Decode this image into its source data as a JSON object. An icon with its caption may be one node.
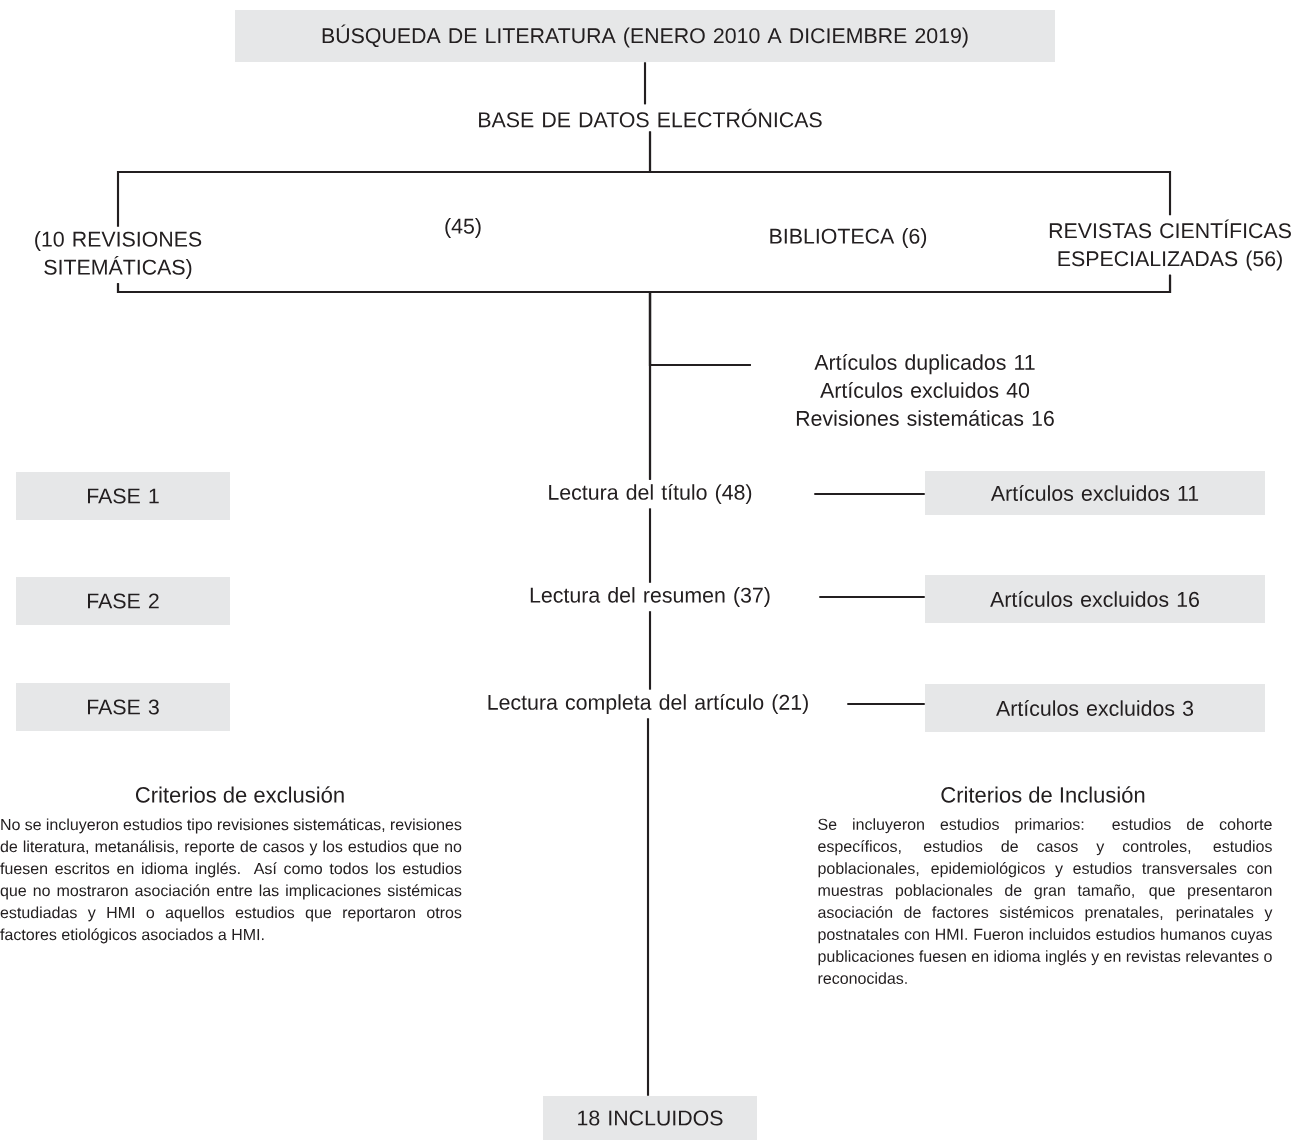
{
  "diagram": {
    "nodes": [
      {
        "text": [
          "BÚSQUEDA DE LITERATURA (ENERO 2010 A DICIEMBRE 2019)"
        ]
      },
      {
        "text": [
          "BASE DE DATOS ELECTRÓNICAS"
        ]
      },
      {
        "text": [
          "(10 REVISIONES SITEMÁTICAS)"
        ]
      },
      {
        "text": [
          "(45)"
        ]
      },
      {
        "text": [
          "BIBLIOTECA (6)"
        ]
      },
      {
        "text": [
          "REVISTAS CIENTÍFICAS ESPECIALIZADAS (56)"
        ]
      },
      {
        "text": [
          "Artículos duplicados 11",
          "Artículos excluidos 40",
          "Revisiones sistemáticas 16"
        ]
      },
      {
        "text": [
          "FASE 1"
        ]
      },
      {
        "text": [
          "Lectura del título  (48)"
        ]
      },
      {
        "text": [
          "Artículos excluidos 11"
        ]
      },
      {
        "text": [
          "FASE 2"
        ]
      },
      {
        "text": [
          "Lectura del resumen (37)"
        ]
      },
      {
        "text": [
          "Artículos excluidos 16"
        ]
      },
      {
        "text": [
          "FASE 3"
        ]
      },
      {
        "text": [
          "Lectura completa del artículo (21)"
        ]
      },
      {
        "text": [
          "Artículos excluidos 3"
        ]
      },
      {
        "text": [
          "18 INCLUIDOS"
        ]
      }
    ],
    "edges": [
      {
        "from": 0,
        "to": 1,
        "arrow": "none"
      },
      {
        "from": 1,
        "to": 2,
        "arrow": "none"
      },
      {
        "from": 1,
        "to": 5,
        "arrow": "none"
      },
      {
        "from": 2,
        "to": 6,
        "arrow": "none"
      },
      {
        "from": 5,
        "to": 6,
        "arrow": "none"
      },
      {
        "from": 2,
        "to": 8,
        "arrow": "none"
      },
      {
        "from": 5,
        "to": 8,
        "arrow": "none"
      },
      {
        "from": 8,
        "to": 9,
        "arrow": "none"
      },
      {
        "from": 8,
        "to": 11,
        "arrow": "none"
      },
      {
        "from": 11,
        "to": 12,
        "arrow": "none"
      },
      {
        "from": 11,
        "to": 14,
        "arrow": "none"
      },
      {
        "from": 14,
        "to": 15,
        "arrow": "none"
      },
      {
        "from": 14,
        "to": 16,
        "arrow": "none"
      }
    ],
    "labels": [
      "Criterios de exclusión",
      "No se incluyeron estudios tipo revisiones sistemáticas, revisiones de literatura, metanálisis, reporte de casos y los estudios que no fuesen escritos en idioma inglés.  Así como todos los estudios que no mostraron asociación entre las implicaciones sistémicas estudiadas y HMI o aquellos estudios que reportaron otros factores etiológicos asociados a HMI.",
      "Criterios de Inclusión",
      "Se incluyeron estudios primarios: estudios de cohorte específicos, estudios de casos y controles, estudios poblacionales, epidemiológicos y estudios transversales con muestras poblacionales de gran tamaño, que presentaron asociación de factores sistémicos prenatales, perinatales y postnatales con HMI.  Fueron incluidos estudios humanos cuyas publicaciones fuesen en idioma inglés y en revistas relevantes o reconocidas."
    ]
  }
}
